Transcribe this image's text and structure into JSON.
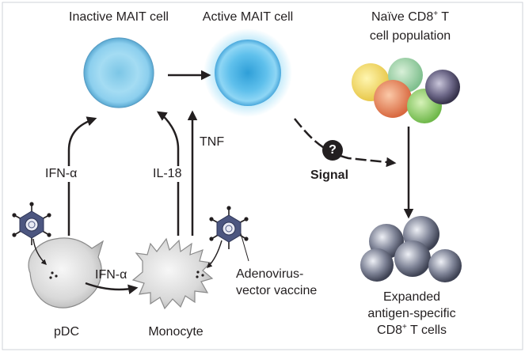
{
  "labels": {
    "inactive_mait": "Inactive MAIT cell",
    "active_mait": "Active MAIT cell",
    "naive_line1_prefix": "Naïve CD8",
    "naive_line1_sup": "+",
    "naive_line1_suffix": " T",
    "naive_line2": "cell population",
    "question_mark": "?",
    "signal": "Signal",
    "tnf": "TNF",
    "ifn_alpha_left": "IFN-α",
    "il18": "IL-18",
    "ifn_alpha_bottom": "IFN-α",
    "adenovirus_line1": "Adenovirus-",
    "adenovirus_line2": "vector vaccine",
    "pdc": "pDC",
    "monocyte": "Monocyte",
    "expanded_line1": "Expanded",
    "expanded_line2": "antigen-specific",
    "expanded_line3_prefix": "CD8",
    "expanded_line3_sup": "+",
    "expanded_line3_suffix": " T cells"
  },
  "colors": {
    "mait_inactive": "#8fd3ef",
    "mait_active": "#46b4e6",
    "arrow": "#231f20",
    "naive_cells": [
      "#f6e27a",
      "#9fd3a8",
      "#ef8a63",
      "#98d46c",
      "#4e4a66"
    ],
    "expanded_cells": "#6e7386",
    "virus": "#4c5680",
    "immune_cell": "#dcdcdc"
  }
}
